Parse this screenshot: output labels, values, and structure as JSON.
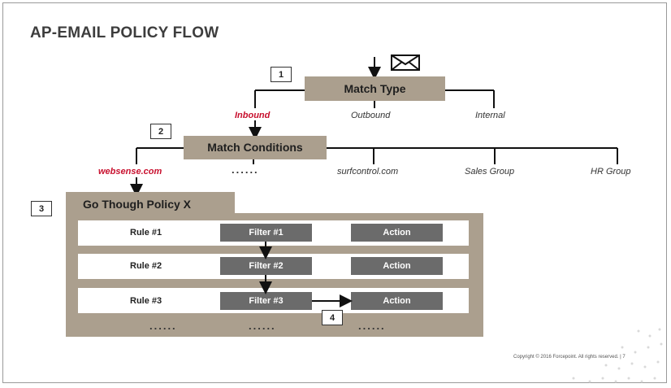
{
  "title": "AP-EMAIL POLICY FLOW",
  "steps": {
    "s1": "1",
    "s2": "2",
    "s3": "3",
    "s4": "4"
  },
  "match_type": {
    "label": "Match Type",
    "options": {
      "inbound": "Inbound",
      "outbound": "Outbound",
      "internal": "Internal"
    }
  },
  "match_conditions": {
    "label": "Match Conditions",
    "options": {
      "websense": "websense.com",
      "ellipsis": "......",
      "surfcontrol": "surfcontrol.com",
      "sales": "Sales Group",
      "hr": "HR Group"
    }
  },
  "policy": {
    "title": "Go Though Policy X",
    "rules": [
      {
        "rule": "Rule #1",
        "filter": "Filter #1",
        "action": "Action"
      },
      {
        "rule": "Rule #2",
        "filter": "Filter #2",
        "action": "Action"
      },
      {
        "rule": "Rule #3",
        "filter": "Filter #3",
        "action": "Action"
      }
    ],
    "ellipsis": "......"
  },
  "icons": {
    "envelope": "envelope-icon"
  },
  "colors": {
    "tan": "#ab9f8e",
    "gray_box": "#6b6b6b",
    "highlight": "#c8102e"
  },
  "footer": {
    "copyright": "Copyright © 2016 Forcepoint. All rights reserved. | 7"
  }
}
